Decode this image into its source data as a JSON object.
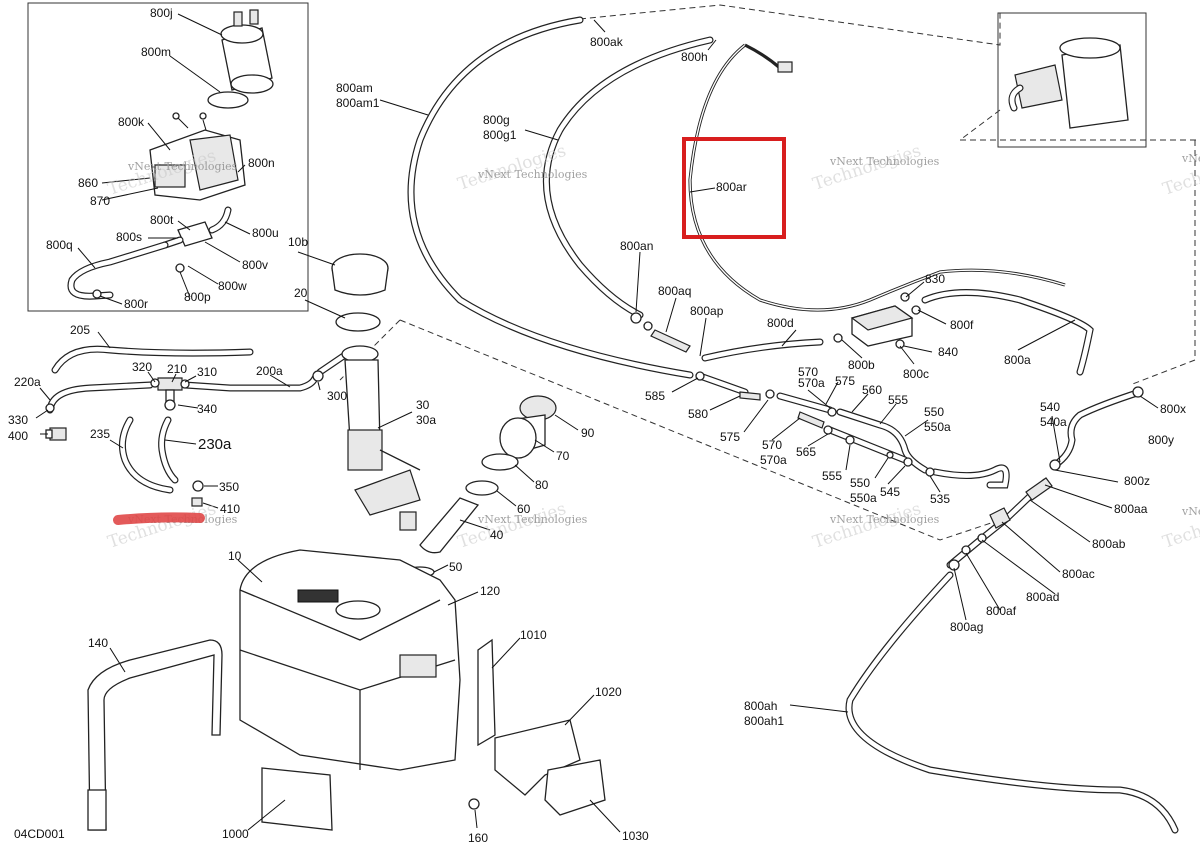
{
  "diagram_code": "04CD001",
  "watermark": {
    "line1": "vNext Technologies",
    "line2": "Technologies"
  },
  "highlight": {
    "color": "#d81e1e",
    "part": "800ar"
  },
  "parts": {
    "p800j": "800j",
    "p800m": "800m",
    "p800k": "800k",
    "p860": "860",
    "p870": "870",
    "p800n": "800n",
    "p800t": "800t",
    "p800s": "800s",
    "p800u": "800u",
    "p800v": "800v",
    "p800q": "800q",
    "p800w": "800w",
    "p800p": "800p",
    "p800r": "800r",
    "p800am": "800am",
    "p800am1": "800am1",
    "p800ak": "800ak",
    "p800h": "800h",
    "p800g": "800g",
    "p800g1": "800g1",
    "p800ar": "800ar",
    "p10b": "10b",
    "p20": "20",
    "p205": "205",
    "p220a": "220a",
    "p320": "320",
    "p210": "210",
    "p310": "310",
    "p200a": "200a",
    "p300": "300",
    "p330": "330",
    "p340": "340",
    "p400": "400",
    "p235": "235",
    "p230a": "230a",
    "p350": "350",
    "p410": "410",
    "p30": "30",
    "p30a": "30a",
    "p90": "90",
    "p70": "70",
    "p80": "80",
    "p60": "60",
    "p40": "40",
    "p50": "50",
    "p10": "10",
    "p120": "120",
    "p140": "140",
    "p1010": "1010",
    "p1020": "1020",
    "p1000": "1000",
    "p160": "160",
    "p1030": "1030",
    "p800an": "800an",
    "p800aq": "800aq",
    "p800ap": "800ap",
    "p800d": "800d",
    "p830": "830",
    "p800f": "800f",
    "p800b": "800b",
    "p840": "840",
    "p800c": "800c",
    "p800a": "800a",
    "p585": "585",
    "p570t": "570",
    "p570at": "570a",
    "p575t": "575",
    "p560": "560",
    "p555t": "555",
    "p550t": "550",
    "p550at": "550a",
    "p580": "580",
    "p575": "575",
    "p570": "570",
    "p570a": "570a",
    "p565": "565",
    "p555": "555",
    "p550": "550",
    "p550a": "550a",
    "p545": "545",
    "p535": "535",
    "p540": "540",
    "p540a": "540a",
    "p800x": "800x",
    "p800y": "800y",
    "p800z": "800z",
    "p800aa": "800aa",
    "p800ab": "800ab",
    "p800ac": "800ac",
    "p800ad": "800ad",
    "p800af": "800af",
    "p800ag": "800ag",
    "p800ah": "800ah",
    "p800ah1": "800ah1"
  }
}
